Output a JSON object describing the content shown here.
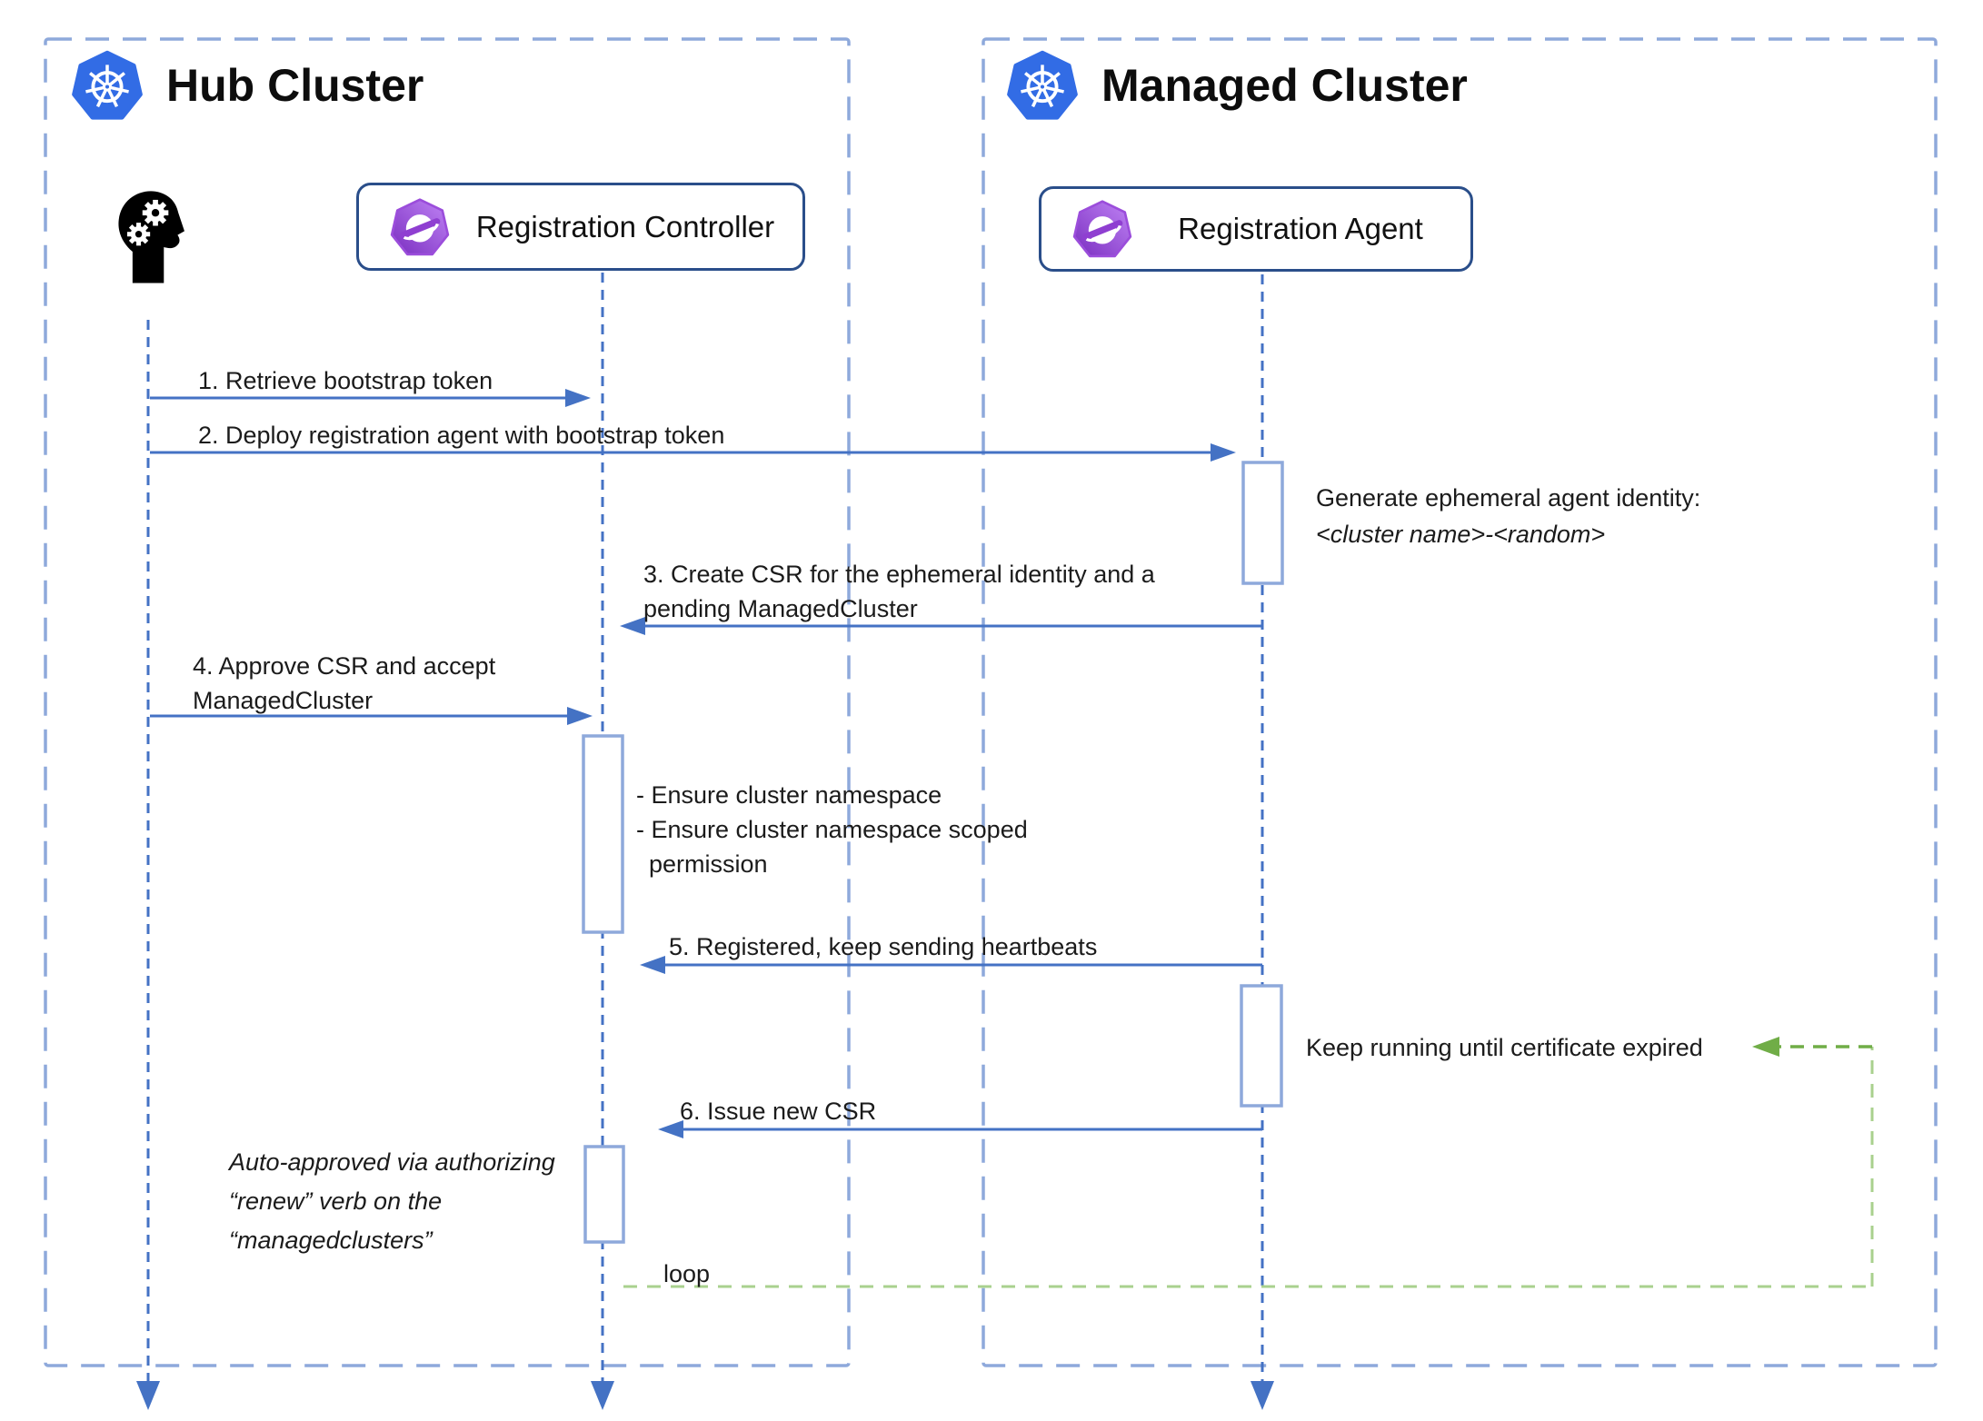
{
  "diagram": {
    "hub": {
      "title": "Hub Cluster"
    },
    "managed": {
      "title": "Managed Cluster"
    },
    "participants": {
      "controller": {
        "label": "Registration Controller"
      },
      "agent": {
        "label": "Registration Agent"
      }
    },
    "messages": {
      "m1": "1. Retrieve bootstrap token",
      "m2": "2. Deploy registration agent with bootstrap token",
      "m3_line1": "3. Create CSR for the ephemeral identity and a",
      "m3_line2": "pending ManagedCluster",
      "m4_line1": "4. Approve CSR and accept",
      "m4_line2": "ManagedCluster",
      "m5": "5. Registered, keep sending heartbeats",
      "m6": "6. Issue new CSR"
    },
    "notes": {
      "generate_identity_line1": "Generate ephemeral agent identity:",
      "generate_identity_line2": "<cluster name>-<random>",
      "ensure_line1": "- Ensure cluster namespace",
      "ensure_line2": "- Ensure cluster namespace scoped",
      "ensure_line3": "permission",
      "keep_running": "Keep running until certificate expired",
      "auto_approved_line1": "Auto-approved via authorizing",
      "auto_approved_line2": "“renew” verb on the",
      "auto_approved_line3": "“managedclusters”",
      "loop_label": "loop"
    },
    "colors": {
      "k8s_blue": "#326CE5",
      "arrow_blue": "#4472C4",
      "participant_border_blue": "#2A4E8A",
      "frame_dash_blue": "#8EA9DB",
      "activation_border_blue": "#8EA9DB",
      "loop_green_light": "#A9D18E",
      "loop_green_dark": "#70AD47",
      "ocm_purple": "#9B4DDB",
      "text_black": "#1b1b1b"
    }
  }
}
